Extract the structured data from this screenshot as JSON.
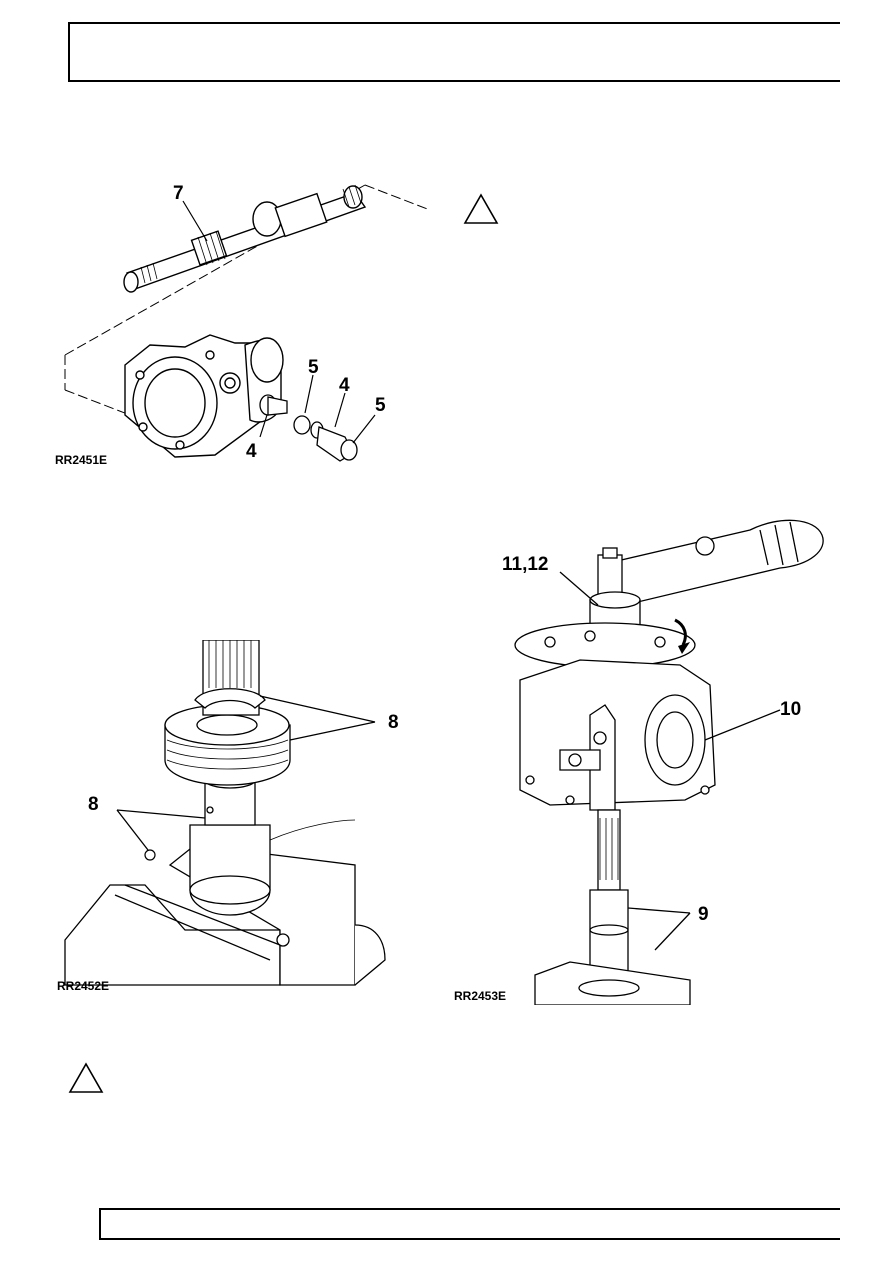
{
  "figures": [
    {
      "code": "RR2451E",
      "callouts": [
        "7",
        "5",
        "4",
        "5",
        "4"
      ]
    },
    {
      "code": "RR2452E",
      "callouts": [
        "8",
        "8"
      ]
    },
    {
      "code": "RR2453E",
      "callouts": [
        "11,12",
        "10",
        "9"
      ]
    }
  ],
  "icons": {
    "caution": "warning-triangle-icon"
  }
}
